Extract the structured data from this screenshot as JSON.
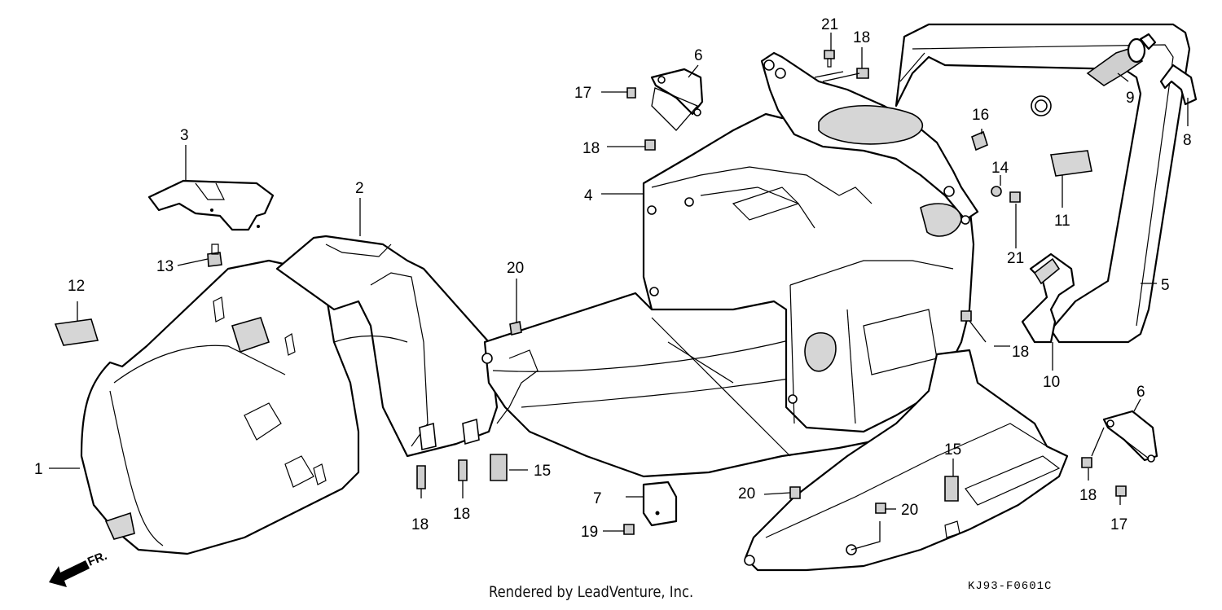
{
  "diagram": {
    "callouts": {
      "c1": "1",
      "c2": "2",
      "c3": "3",
      "c4": "4",
      "c5": "5",
      "c6a": "6",
      "c6b": "6",
      "c7": "7",
      "c8": "8",
      "c9": "9",
      "c10": "10",
      "c11": "11",
      "c12": "12",
      "c13": "13",
      "c14": "14",
      "c15a": "15",
      "c15b": "15",
      "c16": "16",
      "c17a": "17",
      "c17b": "17",
      "c18a": "18",
      "c18b": "18",
      "c18c": "18",
      "c18d": "18",
      "c18e": "18",
      "c18f": "18",
      "c19": "19",
      "c20a": "20",
      "c20b": "20",
      "c20c": "20",
      "c21a": "21",
      "c21b": "21"
    },
    "direction_label": "FR.",
    "diagram_code": "KJ93-F0601C"
  },
  "footer": {
    "credit": "Rendered by LeadVenture, Inc."
  }
}
